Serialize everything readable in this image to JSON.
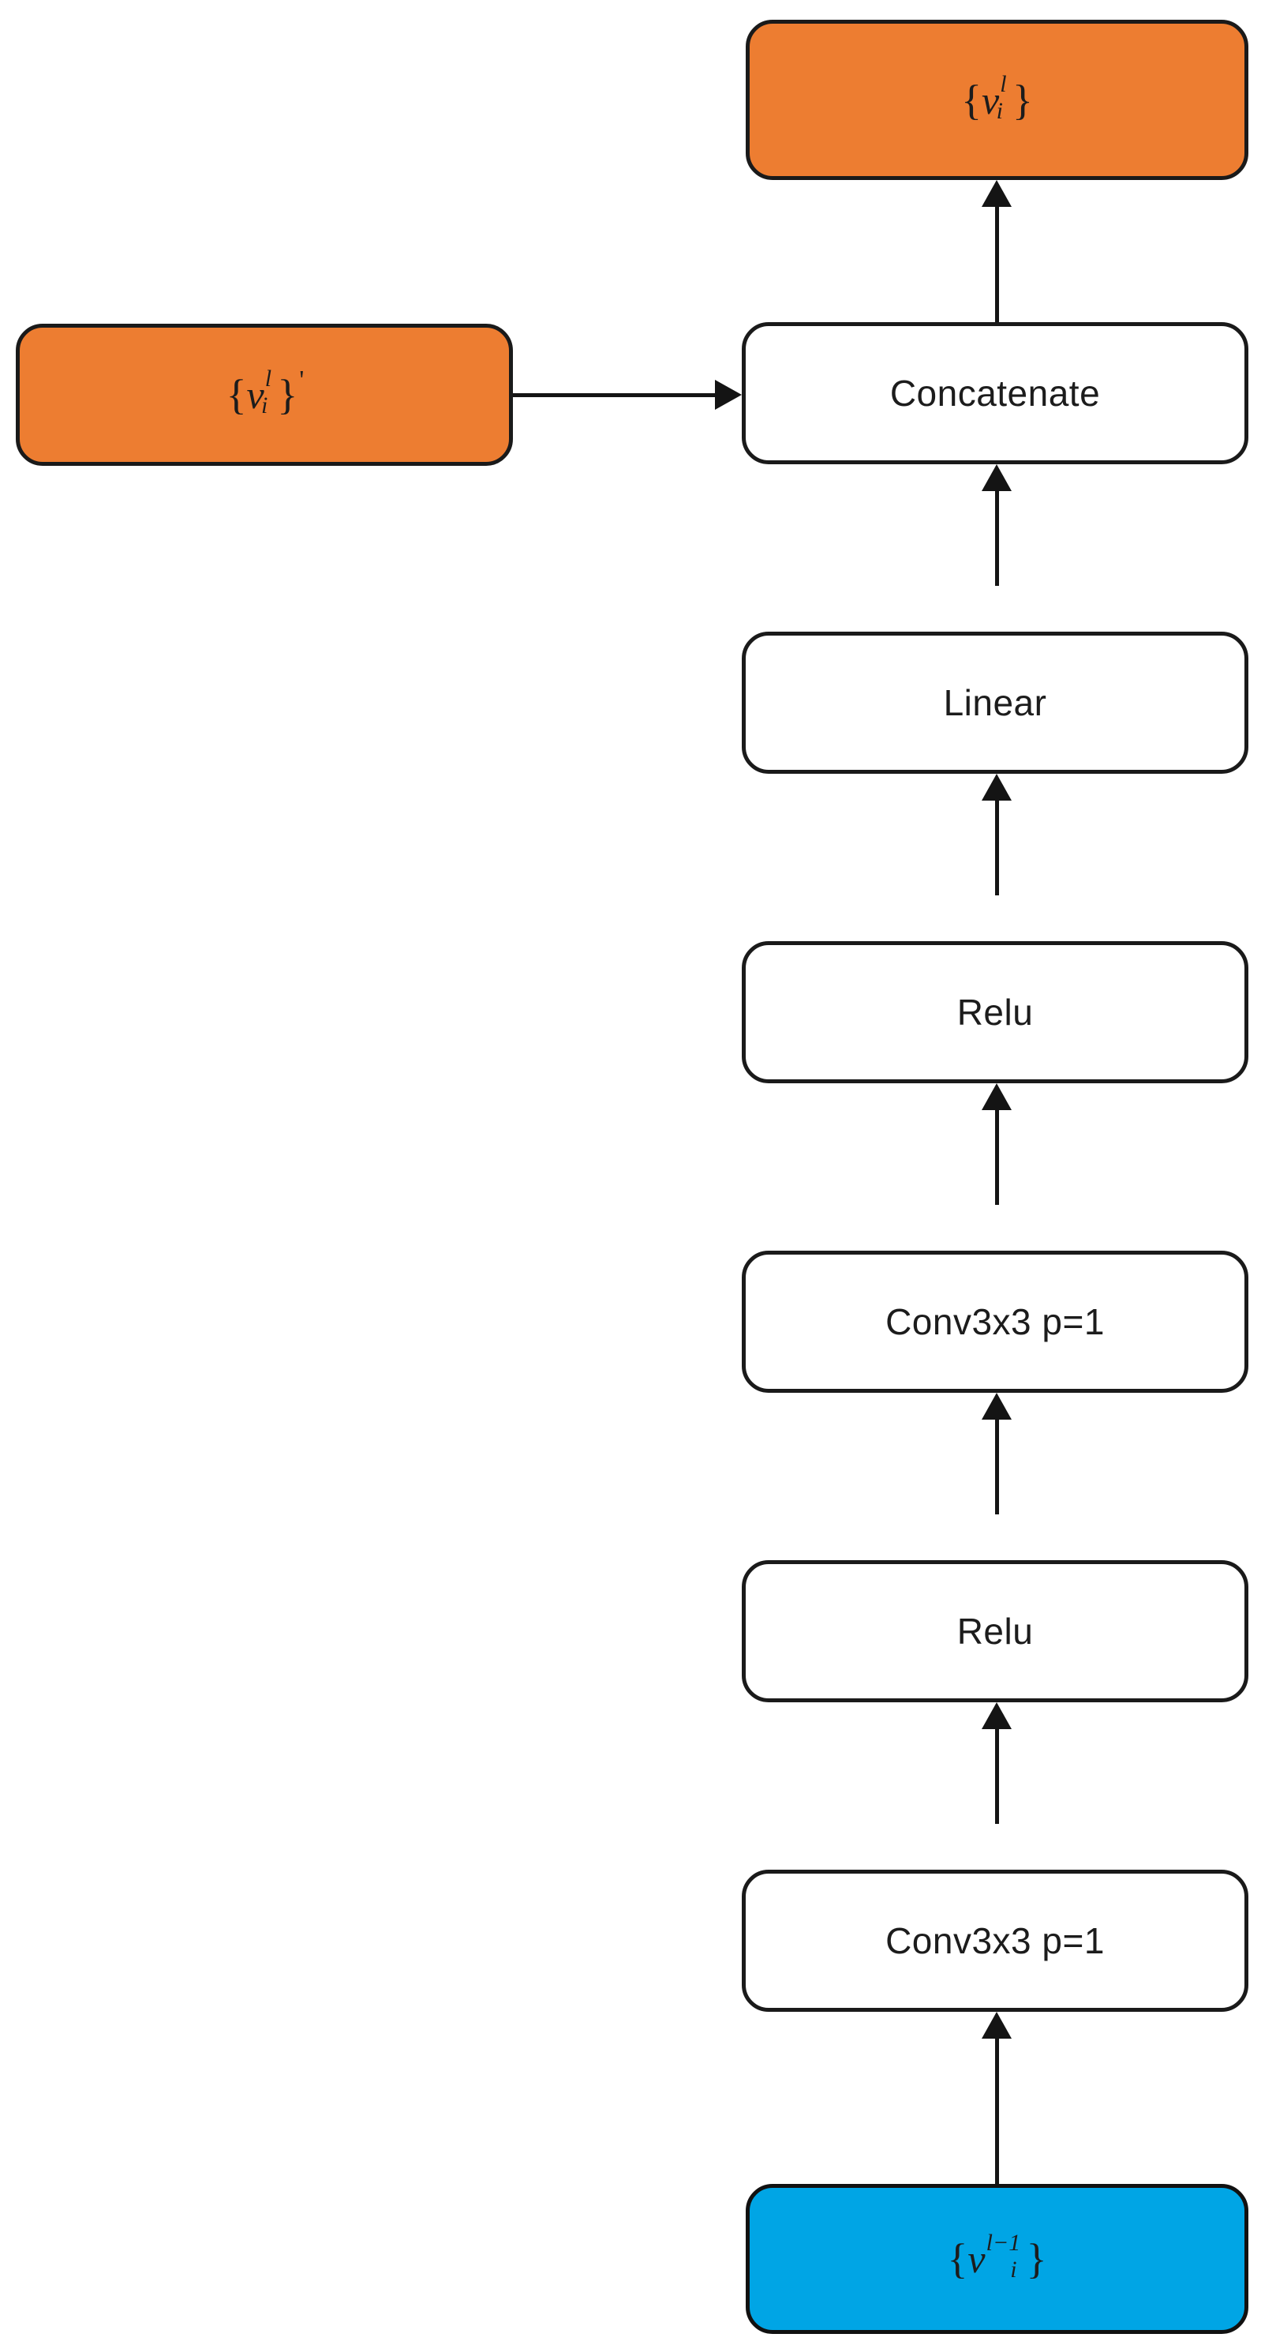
{
  "diagram": {
    "title": "Neural network block diagram",
    "colors": {
      "orange": "#ED7D31",
      "blue": "#00A5E5",
      "stroke": "#1a1a1a",
      "white": "#ffffff",
      "text": "#1c1c1c"
    },
    "nodes": [
      {
        "id": "output-features",
        "kind": "math",
        "text": "{v_i^l}",
        "parts": {
          "open": "{",
          "var": "v",
          "sup": "l",
          "sub": "i",
          "close": "}",
          "prime": ""
        },
        "fill": "orange"
      },
      {
        "id": "side-features",
        "kind": "math",
        "text": "{v_i^l}'",
        "parts": {
          "open": "{",
          "var": "v",
          "sup": "l",
          "sub": "i",
          "close": "}",
          "prime": "'"
        },
        "fill": "orange"
      },
      {
        "id": "concatenate",
        "kind": "op",
        "text": "Concatenate",
        "fill": "white"
      },
      {
        "id": "linear",
        "kind": "op",
        "text": "Linear",
        "fill": "white"
      },
      {
        "id": "relu-top",
        "kind": "op",
        "text": "Relu",
        "fill": "white"
      },
      {
        "id": "conv-top",
        "kind": "op",
        "text": "Conv3x3 p=1",
        "fill": "white"
      },
      {
        "id": "relu-bottom",
        "kind": "op",
        "text": "Relu",
        "fill": "white"
      },
      {
        "id": "conv-bottom",
        "kind": "op",
        "text": "Conv3x3 p=1",
        "fill": "white"
      },
      {
        "id": "input-features",
        "kind": "math",
        "text": "{v_i^{l-1}}",
        "parts": {
          "open": "{",
          "var": "v",
          "sup": "l−1",
          "sub": "i",
          "close": "}",
          "prime": ""
        },
        "fill": "blue"
      }
    ],
    "edges": [
      {
        "id": "edge-concat-to-output",
        "from": "concatenate",
        "to": "output-features",
        "direction": "up"
      },
      {
        "id": "edge-side-to-concat",
        "from": "side-features",
        "to": "concatenate",
        "direction": "right"
      },
      {
        "id": "edge-linear-to-concat",
        "from": "linear",
        "to": "concatenate",
        "direction": "up"
      },
      {
        "id": "edge-relu-top-to-linear",
        "from": "relu-top",
        "to": "linear",
        "direction": "up"
      },
      {
        "id": "edge-conv-top-to-relu-top",
        "from": "conv-top",
        "to": "relu-top",
        "direction": "up"
      },
      {
        "id": "edge-relu-bottom-to-conv-top",
        "from": "relu-bottom",
        "to": "conv-top",
        "direction": "up"
      },
      {
        "id": "edge-conv-bottom-to-relu-bottom",
        "from": "conv-bottom",
        "to": "relu-bottom",
        "direction": "up"
      },
      {
        "id": "edge-input-to-conv-bottom",
        "from": "input-features",
        "to": "conv-bottom",
        "direction": "up"
      }
    ]
  }
}
